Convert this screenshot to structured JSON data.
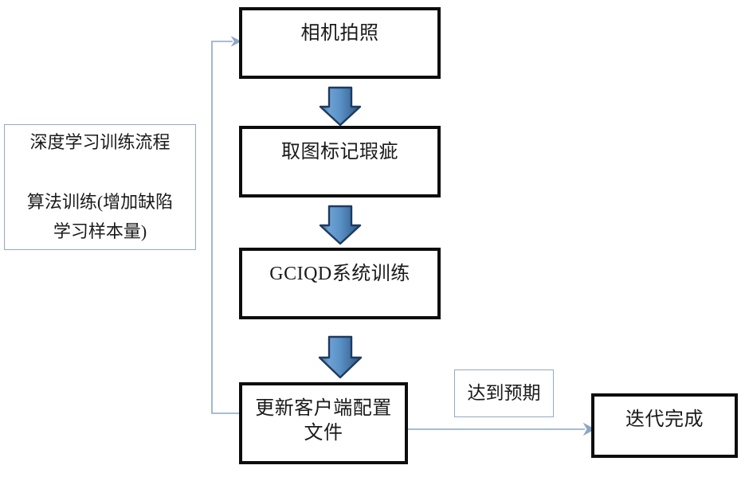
{
  "diagram": {
    "title": "深度学习训练流程",
    "nodes": [
      {
        "id": "camera",
        "label": "相机拍照"
      },
      {
        "id": "annotate",
        "label": "取图标记瑕疵"
      },
      {
        "id": "train",
        "label": "GCIQD系统训练"
      },
      {
        "id": "update",
        "label": "更新客户端配置\n文件"
      },
      {
        "id": "done",
        "label": "迭代完成"
      }
    ],
    "notes": [
      {
        "id": "overview",
        "label": "深度学习训练流程\n\n算法训练(增加缺陷\n学习样本量)"
      },
      {
        "id": "condition",
        "label": "达到预期"
      }
    ],
    "connectors": [
      {
        "id": "camera-to-annotate",
        "type": "block-arrow",
        "direction": "down"
      },
      {
        "id": "annotate-to-train",
        "type": "block-arrow",
        "direction": "down"
      },
      {
        "id": "train-to-update",
        "type": "block-arrow",
        "direction": "down"
      },
      {
        "id": "update-to-done",
        "type": "line-arrow",
        "direction": "right"
      },
      {
        "id": "update-to-camera",
        "type": "line-arrow",
        "direction": "feedback-up"
      }
    ],
    "colors": {
      "node_border": "#0d0d0d",
      "note_border": "#93a9c7",
      "arrow_fill_light": "#6f9fd0",
      "arrow_fill_dark": "#2d5f8f",
      "arrow_stroke": "#1f3a5f",
      "connector_line": "#8da6c4",
      "text": "#1a1a1a",
      "background": "#ffffff"
    }
  }
}
